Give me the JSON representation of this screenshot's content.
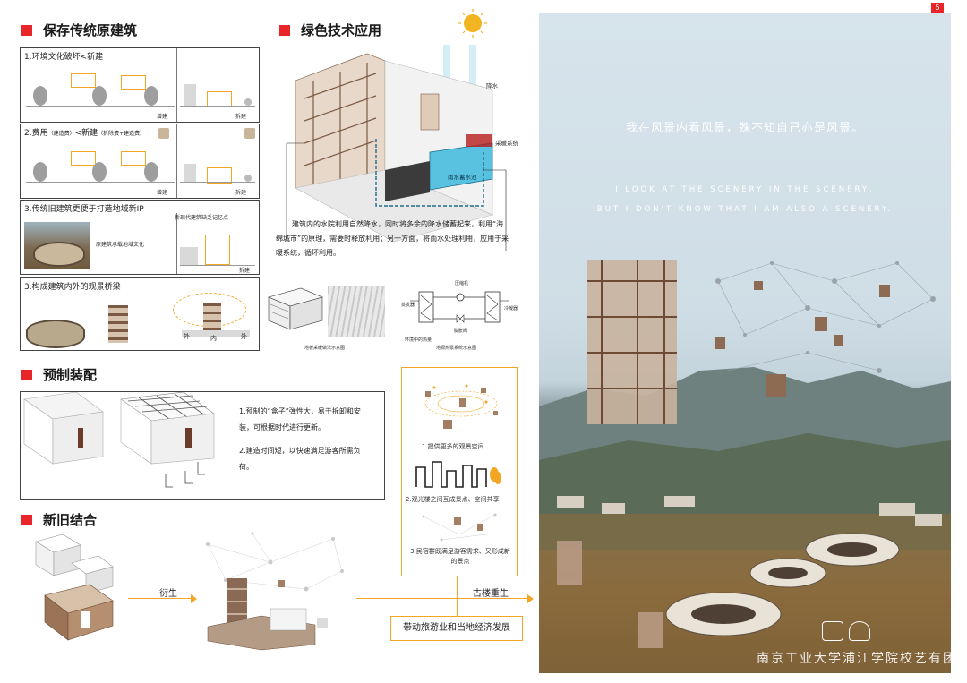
{
  "sections": {
    "preserve": {
      "title": "保存传统原建筑",
      "items": [
        {
          "label": "1.环境文化破坏<新建",
          "left_tag": "增建",
          "right_tag": "拆建"
        },
        {
          "label": "2.费用",
          "label_note1": "（建造费）",
          "label_mid": "<新建",
          "label_note2": "（拆除费+建造费）",
          "left_tag": "增建",
          "right_tag": "拆建"
        },
        {
          "label": "3.传统旧建筑更便于打造地域新IP",
          "note_top": "新现代建筑缺乏记忆点",
          "note_left": "原建筑承载地域文化",
          "right_tag": "拆建"
        },
        {
          "label": "3.构成建筑内外的观景桥梁",
          "out_left": "外",
          "in_mid": "内",
          "out_right": "外"
        }
      ]
    },
    "green": {
      "title": "绿色技术应用",
      "label_rain": "降水",
      "label_heating": "采暖系统",
      "label_storage": "雨水蓄水池",
      "description": "建筑内的水院利用自然降水，同时将多余的降水储蓄起来，利用“海绵城市”的原理，需要时释放利用；另一方面，将雨水处理利用，应用于采暖系统，循环利用。",
      "diagram1_caption": "地板采暖做法示意图",
      "diagram2_caption": "地源热泵系统示意图",
      "hp_compressor": "压缩机",
      "hp_evaporator": "蒸发器",
      "hp_condenser": "冷凝器",
      "hp_env_heat": "环境中的热量",
      "hp_valve": "膨胀阀"
    },
    "prefab": {
      "title": "预制装配",
      "point1": "1.预制的“盒子”弹性大，易于拆卸和安装，可根据时代进行更新。",
      "point2": "2.建造时间短，以快速满足游客所需负荷。"
    },
    "combine": {
      "title": "新旧结合",
      "arrow1": "衍生",
      "arrow2": "古楼重生",
      "result": "带动旅游业和当地经济发展"
    },
    "viewing": {
      "point1": "1.提供更多的观景空间",
      "point2": "2.观光楼之间互成景点、空间共享",
      "point3": "3.民宿群既满足游客需求、又形成新的景点"
    }
  },
  "poster": {
    "cn_quote": "我在风景内看风景，殊不知自己亦是风景。",
    "en_line1": "I LOOK AT THE SCENERY IN THE SCENERY,",
    "en_line2": "BUT I DON'T KNOW THAT I AM ALSO A SCENERY.",
    "footer": "南京工业大学浦江学院校艺有团",
    "page_number": "5"
  },
  "colors": {
    "accent_red": "#e8262a",
    "accent_orange": "#f2a623"
  }
}
